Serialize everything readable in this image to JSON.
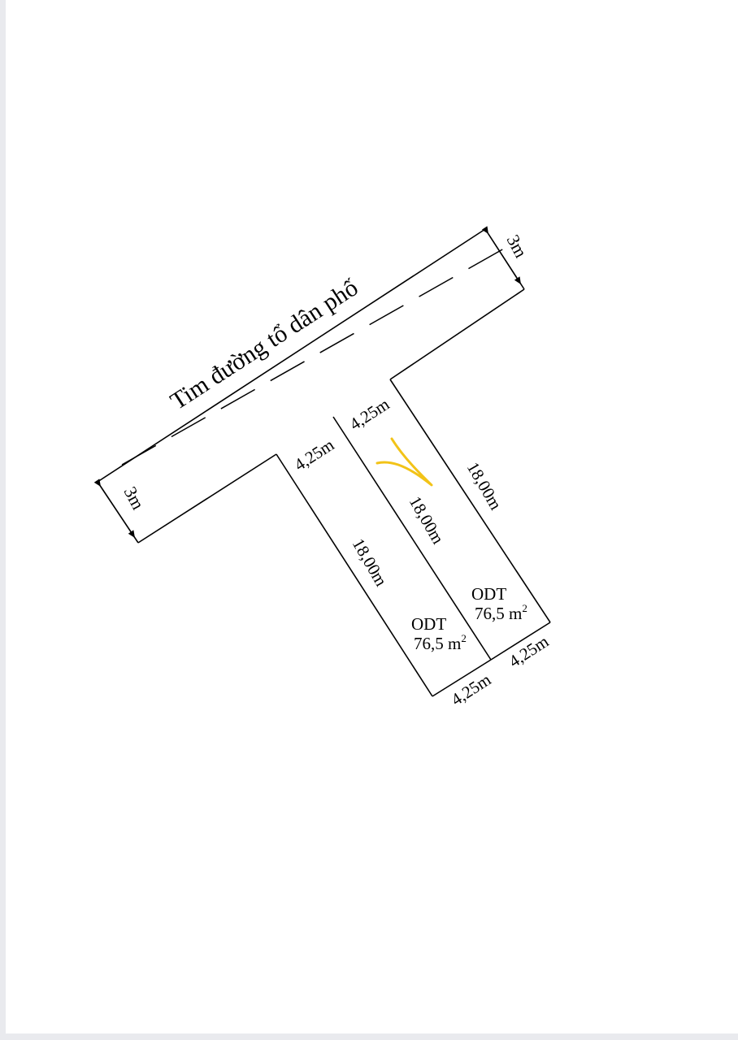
{
  "road": {
    "label": "Tim đường tổ dân phố",
    "width_label_right": "3m",
    "width_label_left": "3m"
  },
  "lot_left": {
    "front_label": "4,25m",
    "side_label": "18,00m",
    "back_label": "4,25m",
    "land_type": "ODT",
    "area_value": "76,5 m",
    "area_sup": "2"
  },
  "lot_right": {
    "front_label": "4,25m",
    "side_label_inner": "18,00m",
    "side_label_outer": "18,00m",
    "back_label": "4,25m",
    "land_type": "ODT",
    "area_value": "76,5 m",
    "area_sup": "2"
  },
  "colors": {
    "line": "#000000",
    "marker": "#f2c318",
    "edge": "#e9eaee"
  }
}
